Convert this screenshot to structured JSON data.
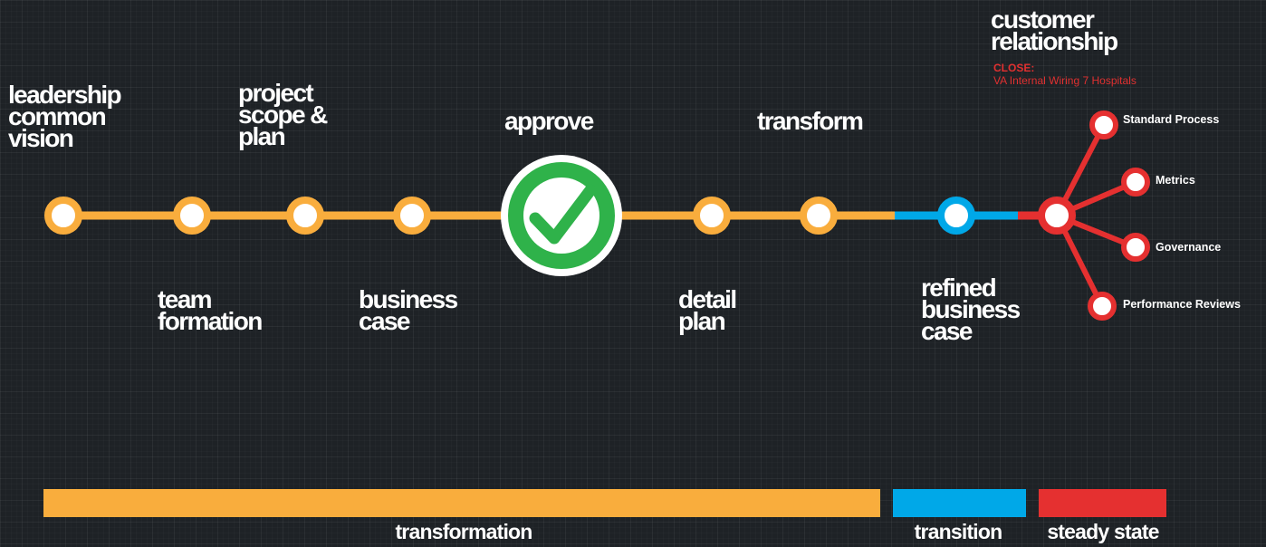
{
  "colors": {
    "transformation": "#f9ad3d",
    "transition": "#00a8e8",
    "steady_state": "#e53030",
    "approve": "#2fb24a",
    "background": "#1e2226"
  },
  "milestones": {
    "leadership": "leadership\ncommon\nvision",
    "team": "team\nformation",
    "project": "project\nscope &\nplan",
    "business": "business\ncase",
    "approve": "approve",
    "detail": "detail\nplan",
    "transform": "transform",
    "refined": "refined\nbusiness\ncase",
    "customer": "customer\nrelationship"
  },
  "close": {
    "heading": "CLOSE:",
    "text": "VA Internal Wiring 7 Hospitals"
  },
  "branches": [
    "Standard Process",
    "Metrics",
    "Governance",
    "Performance Reviews"
  ],
  "phases": {
    "transformation": "transformation",
    "transition": "transition",
    "steady_state": "steady state"
  },
  "icons": {
    "approve": "checkmark-icon"
  }
}
